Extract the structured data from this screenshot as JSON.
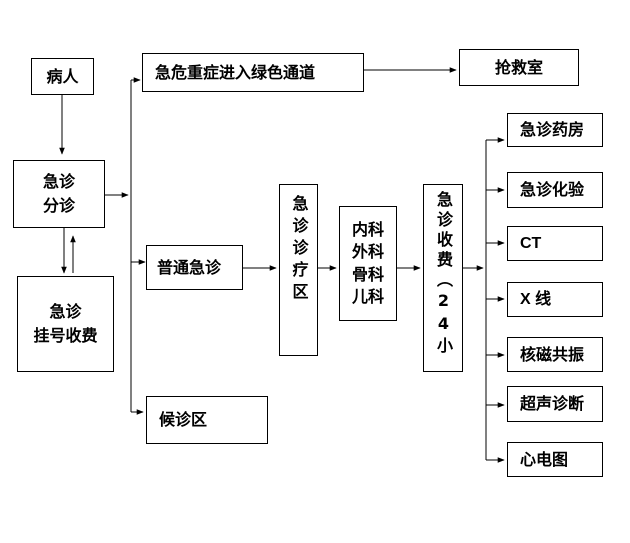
{
  "nodes": {
    "patient": "病人",
    "triage": "急诊\n分诊",
    "registration": "急诊\n挂号收费",
    "green_channel": "急危重症进入绿色通道",
    "rescue_room": "抢救室",
    "general_emergency": "普通急诊",
    "waiting_area": "候诊区",
    "treatment_area": "急诊诊疗区",
    "departments": "内科\n外科\n骨科\n儿科",
    "cashier": "急诊收费（24小",
    "pharmacy": "急诊药房",
    "lab": "急诊化验",
    "ct": "CT",
    "xray": "X 线",
    "mri": "核磁共振",
    "ultrasound": "超声诊断",
    "ecg": "心电图"
  }
}
